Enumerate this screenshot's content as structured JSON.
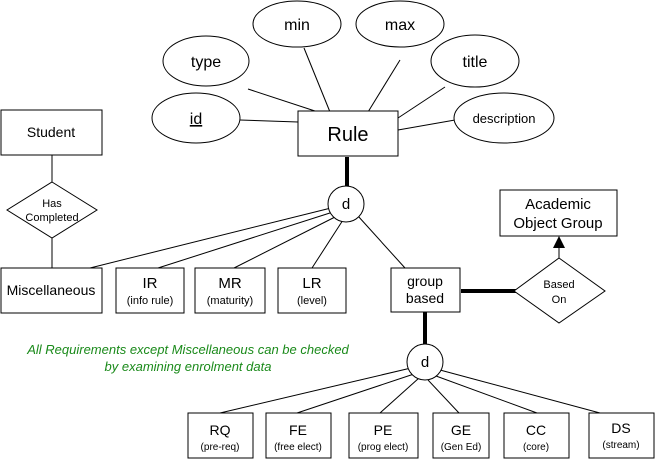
{
  "attributes": {
    "type": "type",
    "min": "min",
    "max": "max",
    "title": "title",
    "id": "id",
    "description": "description"
  },
  "entities": {
    "rule": "Rule",
    "student": "Student",
    "academic_object_group_line1": "Academic",
    "academic_object_group_line2": "Object Group",
    "miscellaneous": "Miscellaneous",
    "ir": "IR",
    "ir_sub": "(info rule)",
    "mr": "MR",
    "mr_sub": "(maturity)",
    "lr": "LR",
    "lr_sub": "(level)",
    "group_based_line1": "group",
    "group_based_line2": "based",
    "rq": "RQ",
    "rq_sub": "(pre-req)",
    "fe": "FE",
    "fe_sub": "(free elect)",
    "pe": "PE",
    "pe_sub": "(prog elect)",
    "ge": "GE",
    "ge_sub": "(Gen Ed)",
    "cc": "CC",
    "cc_sub": "(core)",
    "ds": "DS",
    "ds_sub": "(stream)"
  },
  "relationships": {
    "has_completed_line1": "Has",
    "has_completed_line2": "Completed",
    "based_on_line1": "Based",
    "based_on_line2": "On"
  },
  "disjoint": {
    "top": "d",
    "bottom": "d"
  },
  "note": {
    "line1": "All Requirements except Miscellaneous can be checked",
    "line2": "by examining enrolment data",
    "color": "#1a8a1a"
  }
}
